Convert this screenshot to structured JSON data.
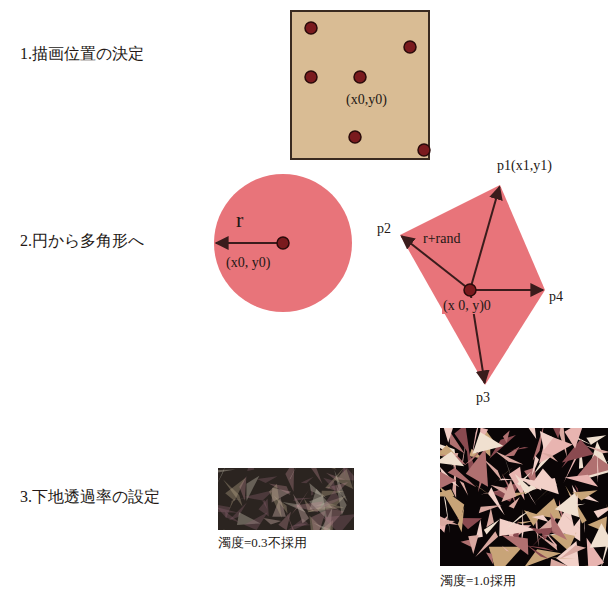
{
  "diagram": {
    "nodes": [
      {
        "text": [
          "(x0,y0)"
        ]
      },
      {
        "text": [
          "r",
          "(x0, y0)"
        ]
      },
      {
        "text": [
          "r+rand",
          "(x 0, y)0"
        ]
      }
    ],
    "labels": [
      "1.描画位置の決定",
      "2.円から多角形へ",
      "p1(x1,y1)",
      "p2",
      "p4",
      "p3",
      "3.下地透過率の設定",
      "濁度=0.3不採用",
      "濁度=1.0採用"
    ]
  }
}
